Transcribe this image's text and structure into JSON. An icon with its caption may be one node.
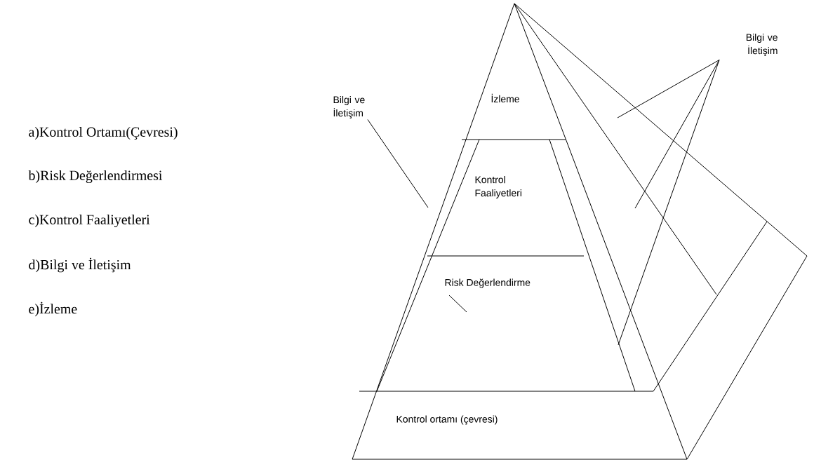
{
  "diagram": {
    "nodes": [
      {
        "text": [
          "İzleme"
        ]
      },
      {
        "text": [
          "Kontrol Faaliyetleri"
        ]
      },
      {
        "text": [
          "Risk Değerlendirme"
        ]
      },
      {
        "text": [
          "Kontrol ortamı (çevresi)"
        ]
      },
      {
        "text": [
          "Bilgi ve İletişim"
        ]
      },
      {
        "text": [
          "Bilgi ve İletişim"
        ]
      }
    ],
    "edges": [
      {
        "from": 4,
        "to": null,
        "arrow": "none"
      },
      {
        "from": 5,
        "to": null,
        "arrow": "none"
      },
      {
        "from": 5,
        "to": null,
        "arrow": "none"
      },
      {
        "from": 5,
        "to": null,
        "arrow": "none"
      },
      {
        "from": 2,
        "to": null,
        "arrow": "none"
      }
    ],
    "labels": [
      "a)Kontrol Ortamı(Çevresi)",
      "b)Risk Değerlendirmesi",
      "c)Kontrol Faaliyetleri",
      "d)Bilgi ve İletişim",
      "e)İzleme"
    ]
  }
}
